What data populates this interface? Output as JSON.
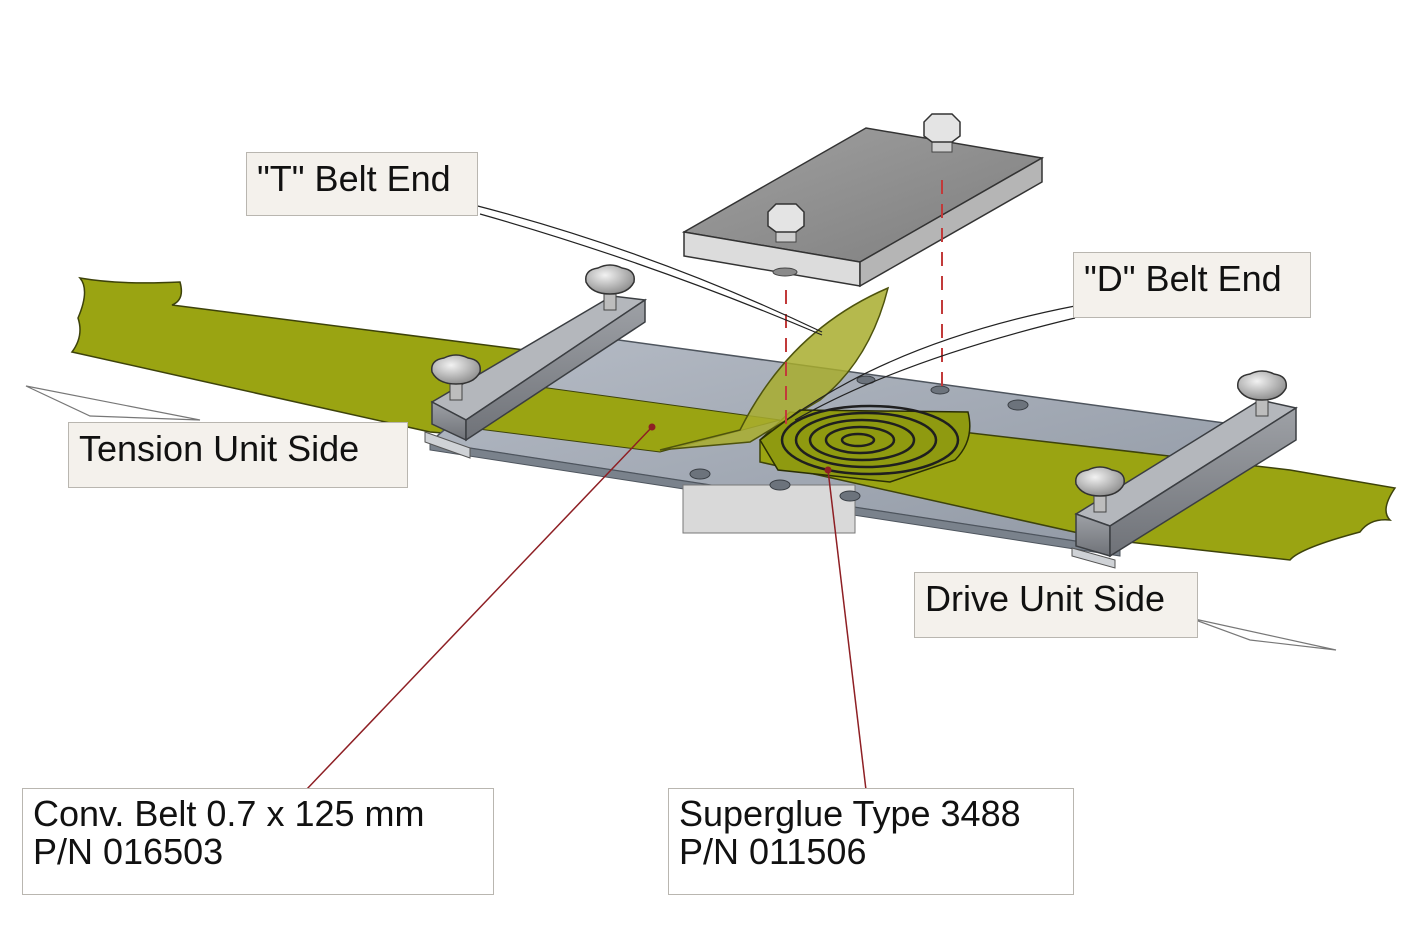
{
  "labels": {
    "t_belt_end": "\"T\" Belt End",
    "d_belt_end": "\"D\" Belt End",
    "tension_side": "Tension Unit Side",
    "drive_side": "Drive Unit Side",
    "belt": {
      "line1": "Conv. Belt  0.7 x 125 mm",
      "line2": "P/N  016503"
    },
    "glue": {
      "line1": "Superglue Type 3488",
      "line2": "P/N 011506"
    }
  },
  "colors": {
    "belt": "#9aa412",
    "belt_edge": "#3d420a",
    "plate": "#a5adb9",
    "clamp_plate": "#9a9a9a",
    "leader": "#8e1f24",
    "callout_bg": "#f4f1ec"
  },
  "icons": [
    "knob-icon",
    "bolt-icon",
    "glue-spiral-icon",
    "rail-clamp-icon"
  ]
}
